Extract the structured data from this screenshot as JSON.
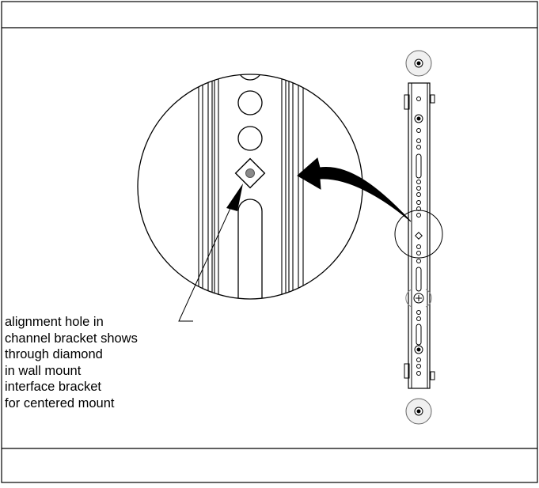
{
  "callout": {
    "lines": [
      "alignment hole in",
      "channel bracket shows",
      "through diamond",
      "in wall mount",
      "interface bracket",
      "for centered mount"
    ]
  }
}
